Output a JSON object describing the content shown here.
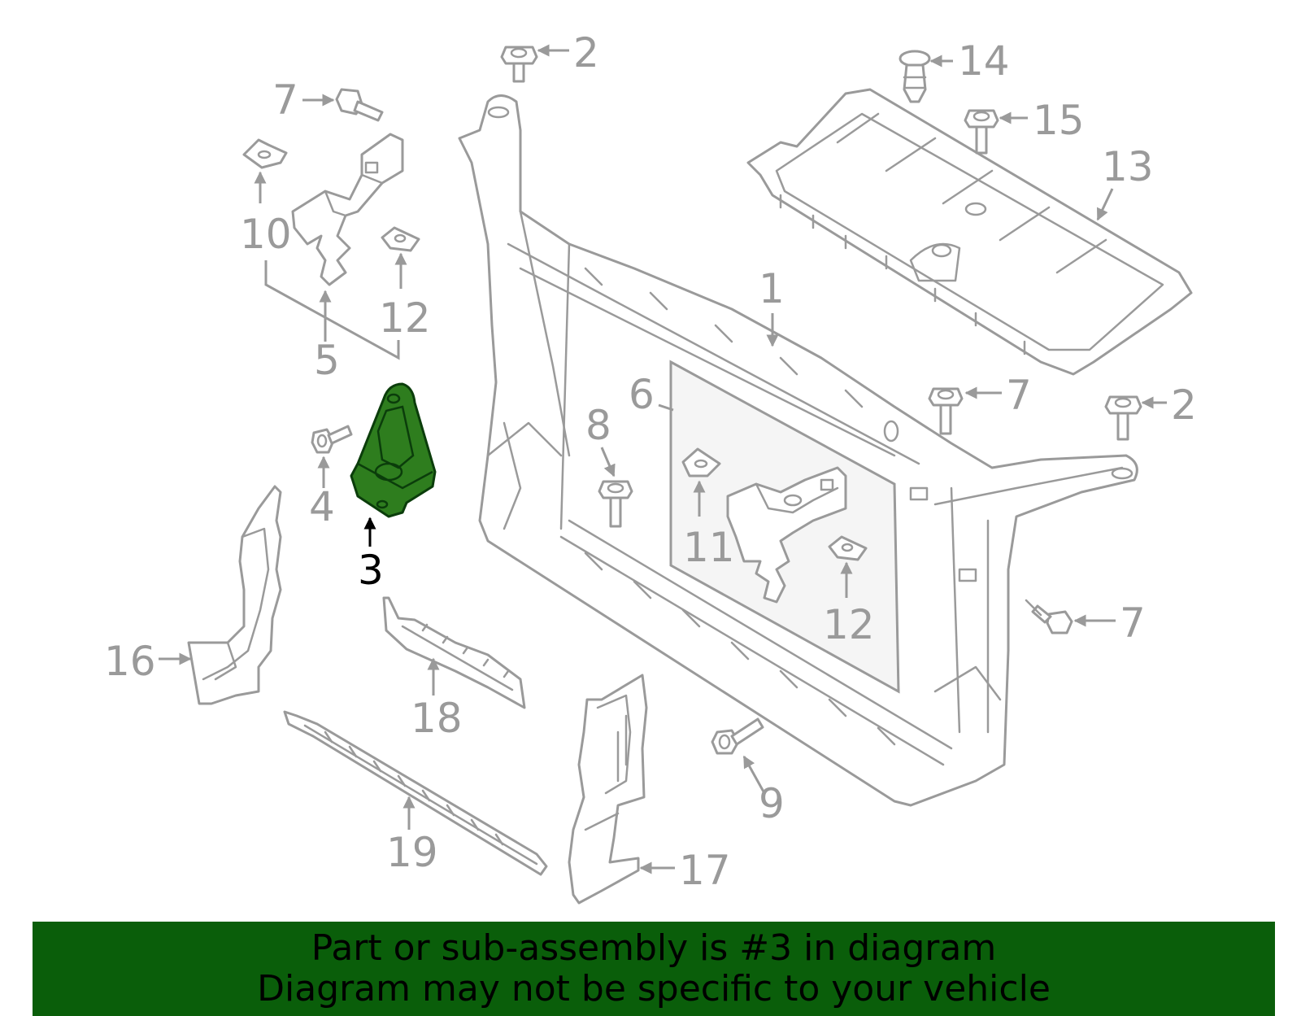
{
  "diagram": {
    "callouts": {
      "c1": "1",
      "c2a": "2",
      "c2b": "2",
      "c3": "3",
      "c4": "4",
      "c5": "5",
      "c6": "6",
      "c7a": "7",
      "c7b": "7",
      "c7c": "7",
      "c8": "8",
      "c9": "9",
      "c10": "10",
      "c11": "11",
      "c12a": "12",
      "c12b": "12",
      "c13": "13",
      "c14": "14",
      "c15": "15",
      "c16": "16",
      "c17": "17",
      "c18": "18",
      "c19": "19"
    },
    "highlighted_part": "3",
    "highlight_color": "#2e7d1e",
    "line_color": "#9a9a9a"
  },
  "banner": {
    "line1": "Part or sub-assembly is #3 in diagram",
    "line2": "Diagram may not be specific to your vehicle",
    "background": "#0a5e0a"
  }
}
